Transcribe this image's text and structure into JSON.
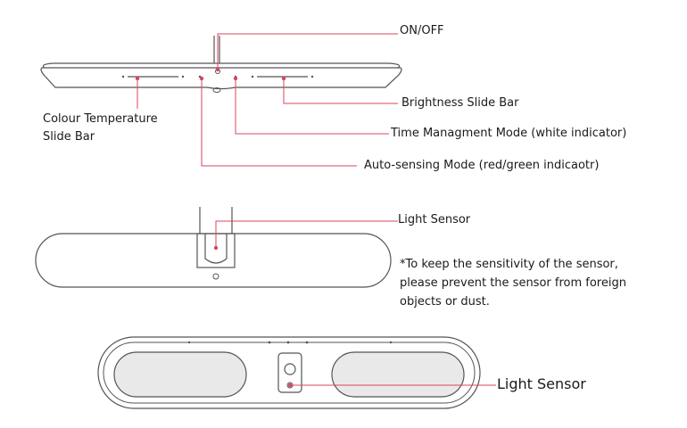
{
  "colors": {
    "outline": "#555555",
    "callout": "#d9455f",
    "panel": "#e9e9e9",
    "text": "#1a1a1a"
  },
  "labels": {
    "on_off": "ON/OFF",
    "brightness": "Brightness Slide Bar",
    "colour_temp_line1": "Colour Temperature",
    "colour_temp_line2": "Slide Bar",
    "time_mode": "Time Managment Mode (white indicator)",
    "auto_sensing": "Auto-sensing Mode (red/green indicaotr)",
    "light_sensor_top": "Light Sensor",
    "light_sensor_bottom": "Light Sensor"
  },
  "note": {
    "line1": "*To keep the sensitivity of the sensor,",
    "line2": "please prevent the sensor from foreign",
    "line3": "objects or dust."
  }
}
